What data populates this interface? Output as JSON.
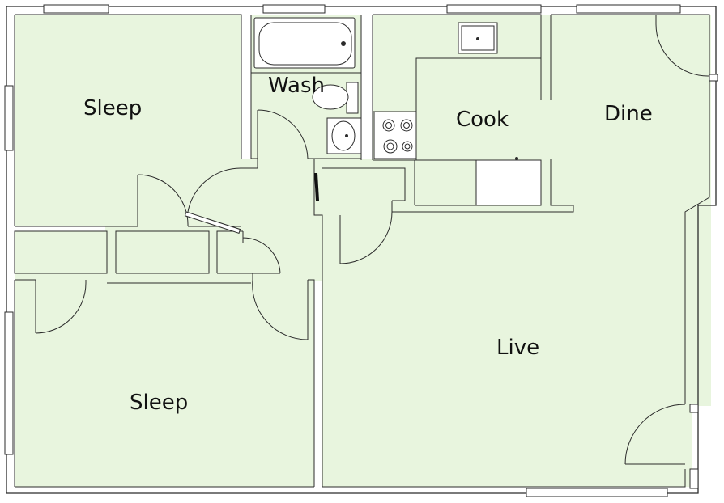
{
  "floor_plan": {
    "rooms": {
      "sleep_top": "Sleep",
      "wash": "Wash",
      "cook": "Cook",
      "dine": "Dine",
      "sleep_bottom": "Sleep",
      "live": "Live"
    },
    "colors": {
      "floor": "#e8f5de",
      "wall": "#2b2b2b",
      "background": "#ffffff"
    }
  }
}
